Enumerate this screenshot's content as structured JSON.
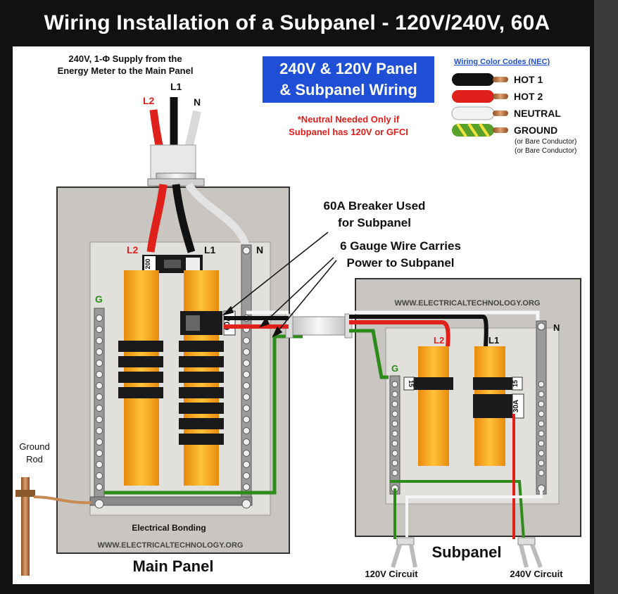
{
  "title": "Wiring Installation of a Subpanel - 120V/240V, 60A",
  "supply": {
    "line1": "240V, 1-Φ Supply from the",
    "line2": "Energy Meter to the Main Panel"
  },
  "conductor_labels": {
    "l1": "L1",
    "l2": "L2",
    "n": "N",
    "g": "G"
  },
  "badge": {
    "line1": "240V & 120V Panel",
    "line2": "& Subpanel Wiring",
    "color": "#1f4fd6"
  },
  "note": {
    "line1": "*Neutral Needed Only if",
    "line2": "Subpanel has 120V or GFCI",
    "color": "#e0201b"
  },
  "legend": {
    "title": "Wiring Color Codes (NEC)",
    "items": [
      {
        "label": "HOT 1",
        "color": "#111111"
      },
      {
        "label": "HOT 2",
        "color": "#e0201b"
      },
      {
        "label": "NEUTRAL",
        "color": "#f2f2f2"
      },
      {
        "label": "GROUND",
        "color": "#5aa02c",
        "sub1": "(or Bare Conductor)",
        "sub2": "(or Bare Conductor)"
      }
    ]
  },
  "callouts": {
    "breaker_line1": "60A Breaker Used",
    "breaker_line2": "for Subpanel",
    "wire_line1": "6 Gauge Wire Carries",
    "wire_line2": "Power to Subpanel"
  },
  "main_panel": {
    "main_breaker_rating": "200",
    "subpanel_breaker_rating": "60A",
    "bonding_label": "Electrical Bonding",
    "watermark": "WWW.ELECTRICALTECHNOLOGY.ORG",
    "label": "Main Panel"
  },
  "subpanel": {
    "watermark": "WWW.ELECTRICALTECHNOLOGY.ORG",
    "breaker_15_left": "15",
    "breaker_15_right": "15",
    "breaker_30": "30A",
    "label": "Subpanel",
    "circuit_120": "120V Circuit",
    "circuit_240": "240V Circuit"
  },
  "ground_rod": {
    "line1": "Ground",
    "line2": "Rod"
  },
  "colors": {
    "copper": "#b87333",
    "bus": "#f5a31a",
    "panel": "#c9c6c1",
    "red": "#e0201b",
    "black": "#111111",
    "green": "#5aa02c"
  }
}
